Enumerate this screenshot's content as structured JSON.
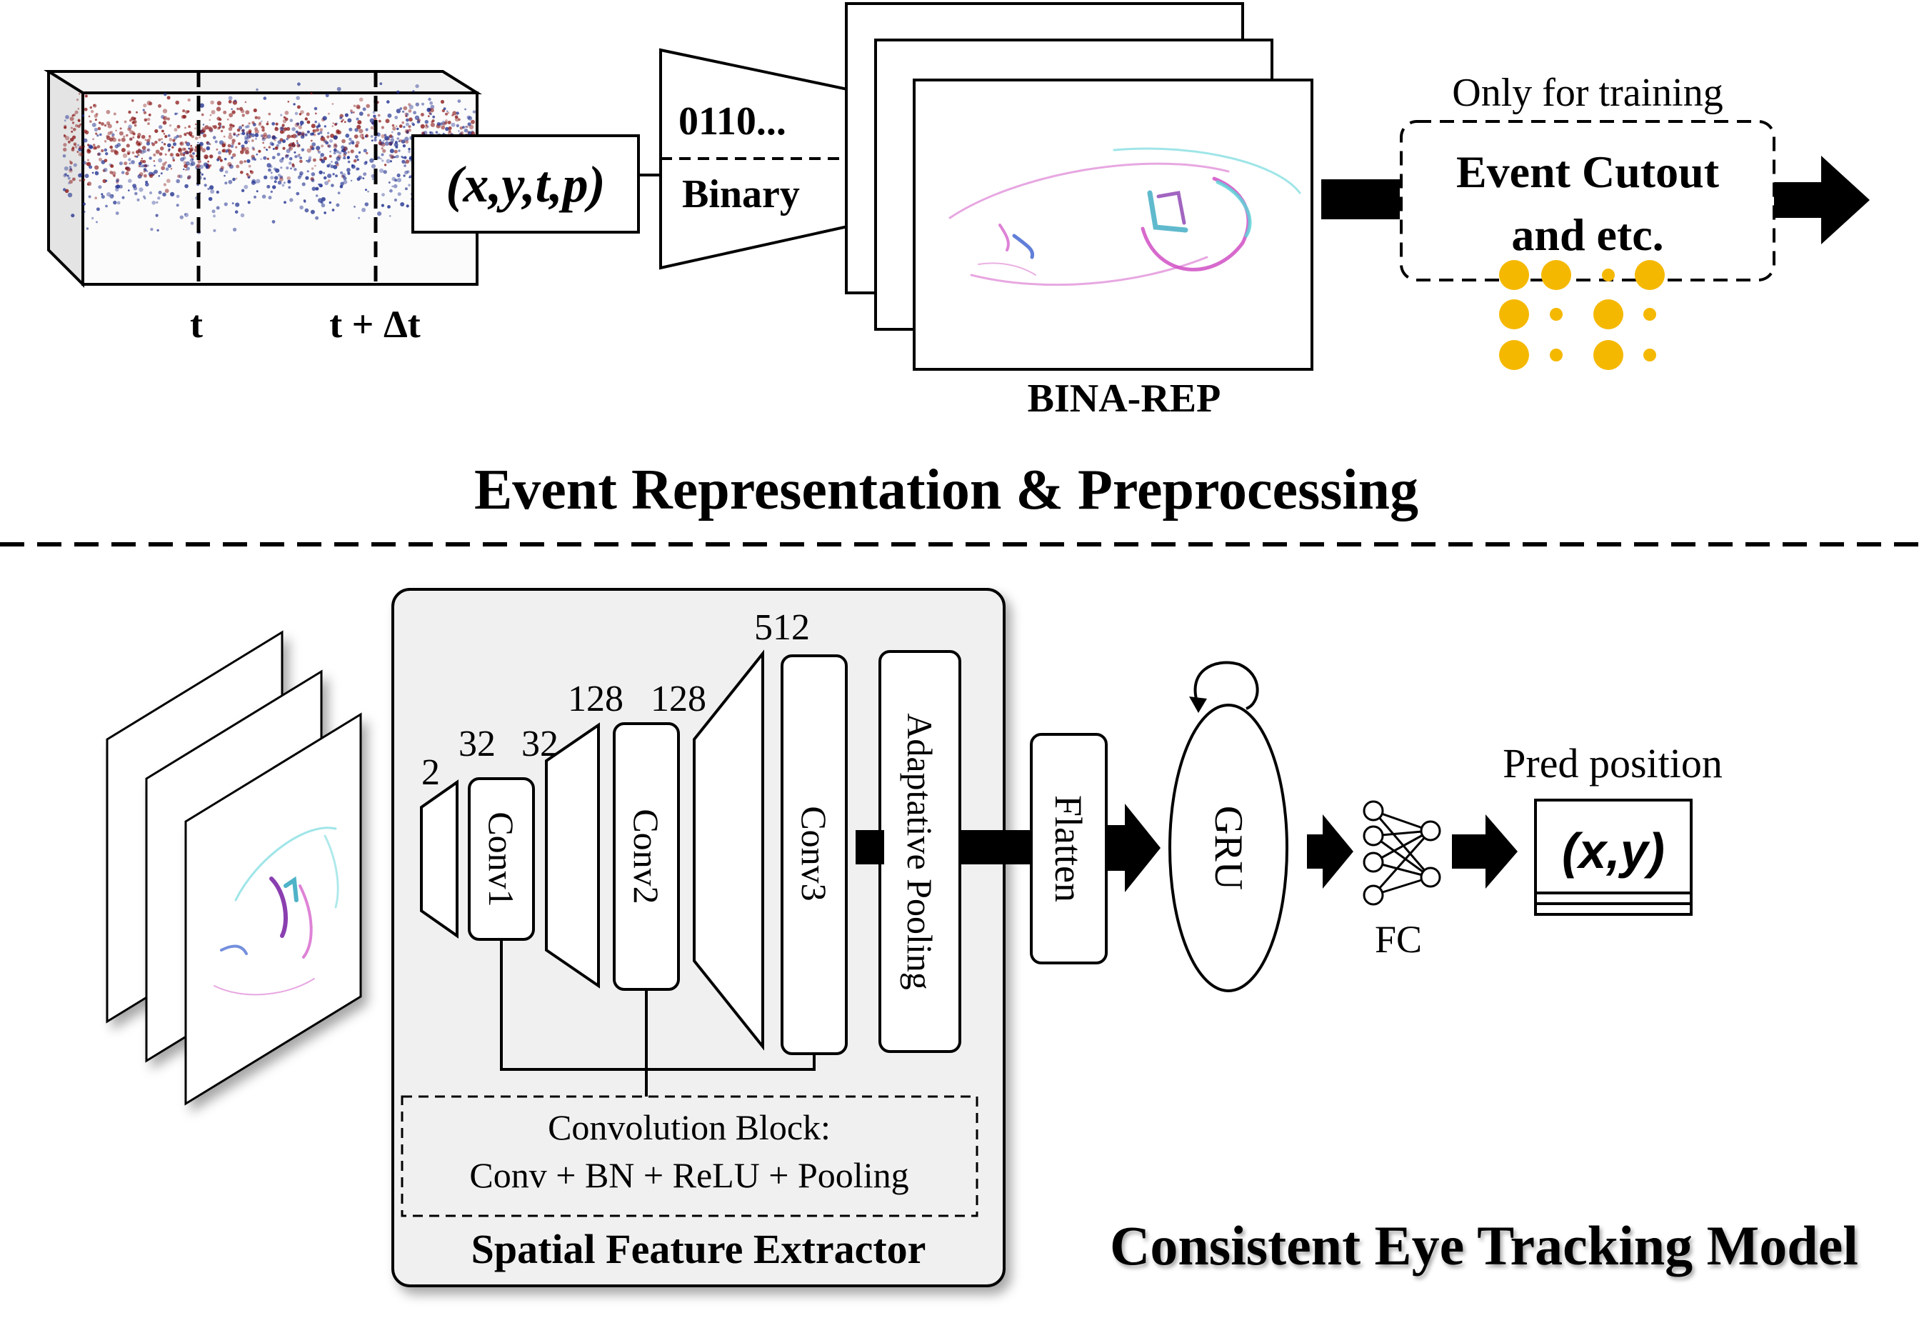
{
  "top": {
    "axis_t": "t",
    "axis_t_dt": "t + Δt",
    "tuple_label": "(x,y,t,p)",
    "binary_bits": "0110...",
    "binary_label": "Binary",
    "bina_rep_label": "BINA-REP",
    "only_training_label": "Only for training",
    "cutout_line1": "Event Cutout",
    "cutout_line2": "and etc.",
    "section_title": "Event Representation & Preprocessing"
  },
  "bottom": {
    "channels": {
      "c2": "2",
      "c32a": "32",
      "c32b": "32",
      "c128a": "128",
      "c128b": "128",
      "c512": "512"
    },
    "conv1": "Conv1",
    "conv2": "Conv2",
    "conv3": "Conv3",
    "adaptive_pooling": "Adaptative Pooling",
    "conv_block_title": "Convolution Block:",
    "conv_block_desc": "Conv + BN + ReLU + Pooling",
    "extractor_title": "Spatial Feature Extractor",
    "flatten": "Flatten",
    "gru": "GRU",
    "fc": "FC",
    "pred_label": "Pred position",
    "pred_value": "(x,y)",
    "model_title": "Consistent Eye Tracking Model"
  },
  "colors": {
    "event_red": "#8b1a1a",
    "event_blue": "#1f2f8f",
    "cyan_events": "#5fd3d8",
    "magenta_events": "#d04fc4",
    "dot_yellow": "#f5b800",
    "panel_gray": "#f0f0f0"
  }
}
